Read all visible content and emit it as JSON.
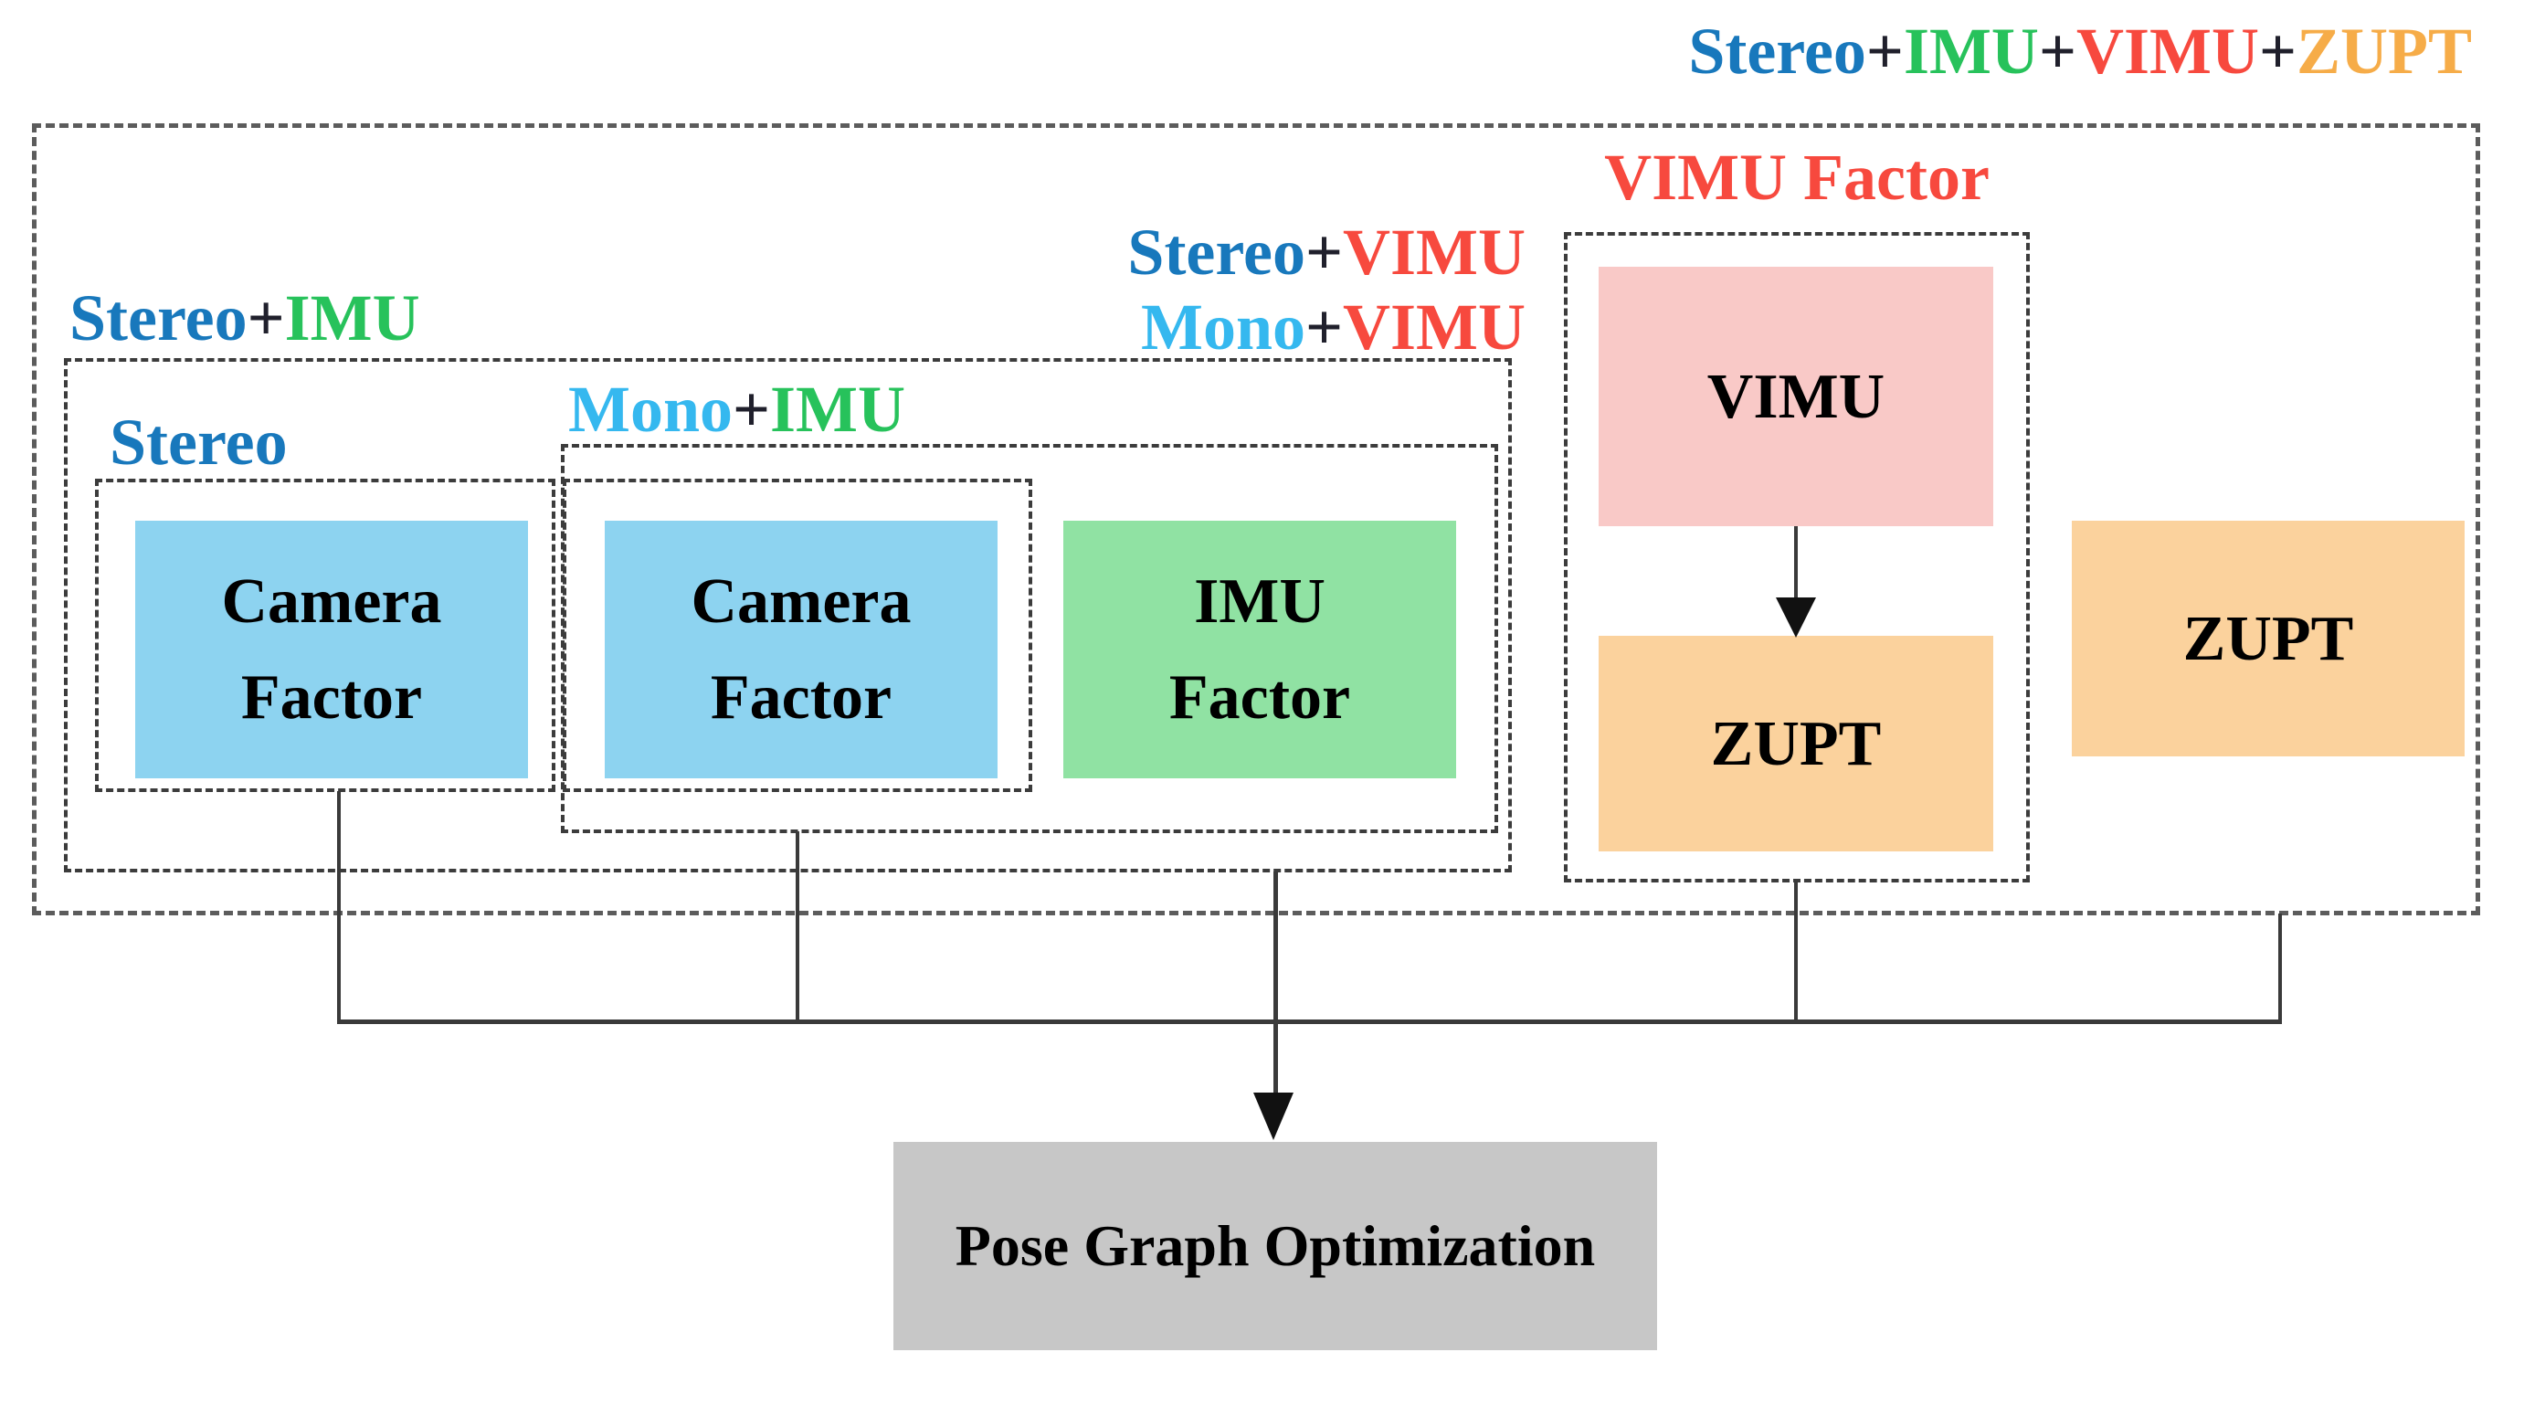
{
  "diagram": {
    "labels": {
      "top": {
        "segments": [
          {
            "text": "Stereo",
            "color": "#1878bc"
          },
          {
            "text": "+",
            "color": "#20202c"
          },
          {
            "text": "IMU",
            "color": "#27c25b"
          },
          {
            "text": "+",
            "color": "#20202c"
          },
          {
            "text": "VIMU",
            "color": "#f7493e"
          },
          {
            "text": "+",
            "color": "#20202c"
          },
          {
            "text": "ZUPT",
            "color": "#f6ac48"
          }
        ]
      },
      "vimu_factor": {
        "segments": [
          {
            "text": "VIMU Factor",
            "color": "#f7493e"
          }
        ]
      },
      "stereo_vimu": {
        "segments": [
          {
            "text": "Stereo",
            "color": "#1878bc"
          },
          {
            "text": "+",
            "color": "#20202c"
          },
          {
            "text": "VIMU",
            "color": "#f7493e"
          }
        ]
      },
      "mono_vimu": {
        "segments": [
          {
            "text": "Mono",
            "color": "#35b8ef"
          },
          {
            "text": "+",
            "color": "#20202c"
          },
          {
            "text": "VIMU",
            "color": "#f7493e"
          }
        ]
      },
      "stereo_imu": {
        "segments": [
          {
            "text": "Stereo",
            "color": "#1878bc"
          },
          {
            "text": "+",
            "color": "#20202c"
          },
          {
            "text": "IMU",
            "color": "#27c25b"
          }
        ]
      },
      "mono_imu": {
        "segments": [
          {
            "text": "Mono",
            "color": "#35b8ef"
          },
          {
            "text": "+",
            "color": "#20202c"
          },
          {
            "text": "IMU",
            "color": "#27c25b"
          }
        ]
      },
      "stereo": {
        "segments": [
          {
            "text": "Stereo",
            "color": "#1878bc"
          }
        ]
      }
    },
    "nodes": {
      "camera_factor_1": {
        "line1": "Camera",
        "line2": "Factor",
        "fill": "#8dd3f0"
      },
      "camera_factor_2": {
        "line1": "Camera",
        "line2": "Factor",
        "fill": "#8dd3f0"
      },
      "imu_factor": {
        "line1": "IMU",
        "line2": "Factor",
        "fill": "#90e2a3"
      },
      "vimu": {
        "text": "VIMU",
        "fill": "#f9c9c7"
      },
      "zupt_inner": {
        "text": "ZUPT",
        "fill": "#fbd29d"
      },
      "zupt_right": {
        "text": "ZUPT",
        "fill": "#fbd29d"
      },
      "pose_graph": {
        "text": "Pose Graph Optimization",
        "fill": "#c7c7c7"
      }
    }
  }
}
